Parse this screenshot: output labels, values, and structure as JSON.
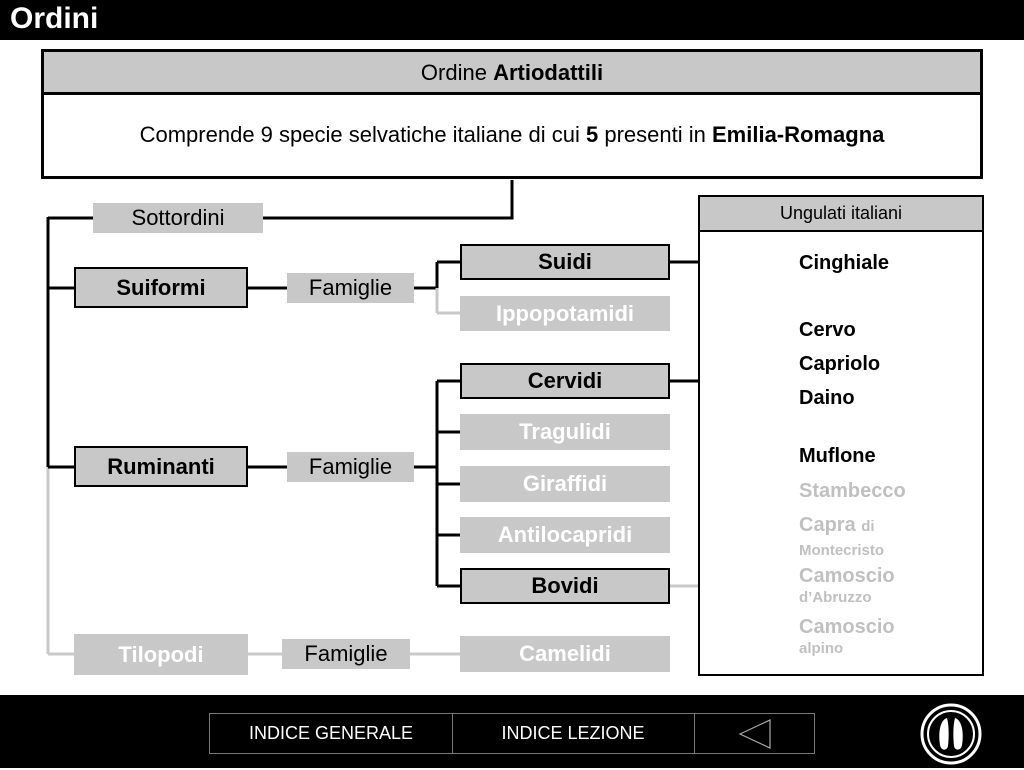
{
  "page_title": "Ordini",
  "order_box": {
    "title_prefix": "Ordine",
    "title_bold": "Artiodattili",
    "desc_a": "Comprende 9 specie selvatiche italiane di cui",
    "desc_num": "5",
    "desc_b": "presenti in",
    "desc_region": "Emilia-Romagna"
  },
  "labels": {
    "sottordini": "Sottordini",
    "famiglie": "Famiglie"
  },
  "suborders": [
    "Suiformi",
    "Ruminanti",
    "Tilopodi"
  ],
  "families": [
    "Suidi",
    "Ippopotamidi",
    "Cervidi",
    "Tragulidi",
    "Giraffidi",
    "Antilocapridi",
    "Bovidi",
    "Camelidi"
  ],
  "ungulati": {
    "title": "Ungulati italiani",
    "species": [
      {
        "name": "Cinghiale",
        "present": true
      },
      {
        "name": "Cervo",
        "present": true
      },
      {
        "name": "Capriolo",
        "present": true
      },
      {
        "name": "Daino",
        "present": true
      },
      {
        "name": "Muflone",
        "present": true
      },
      {
        "name": "Stambecco",
        "present": false
      },
      {
        "name": "Capra",
        "sub": "di",
        "line2": "Montecristo",
        "present": false
      },
      {
        "name": "Camoscio",
        "line2": "d’Abruzzo",
        "present": false
      },
      {
        "name": "Camoscio",
        "line2": "alpino",
        "present": false
      }
    ]
  },
  "nav": {
    "indice_generale": "INDICE GENERALE",
    "indice_lezione": "INDICE LEZIONE",
    "back_icon": "triangle-left-icon"
  },
  "logo_icon": "hoofprint-icon",
  "colors": {
    "black": "#000000",
    "grey_fill": "#c8c8c8",
    "faded": "#c0c0c0",
    "white": "#ffffff"
  }
}
